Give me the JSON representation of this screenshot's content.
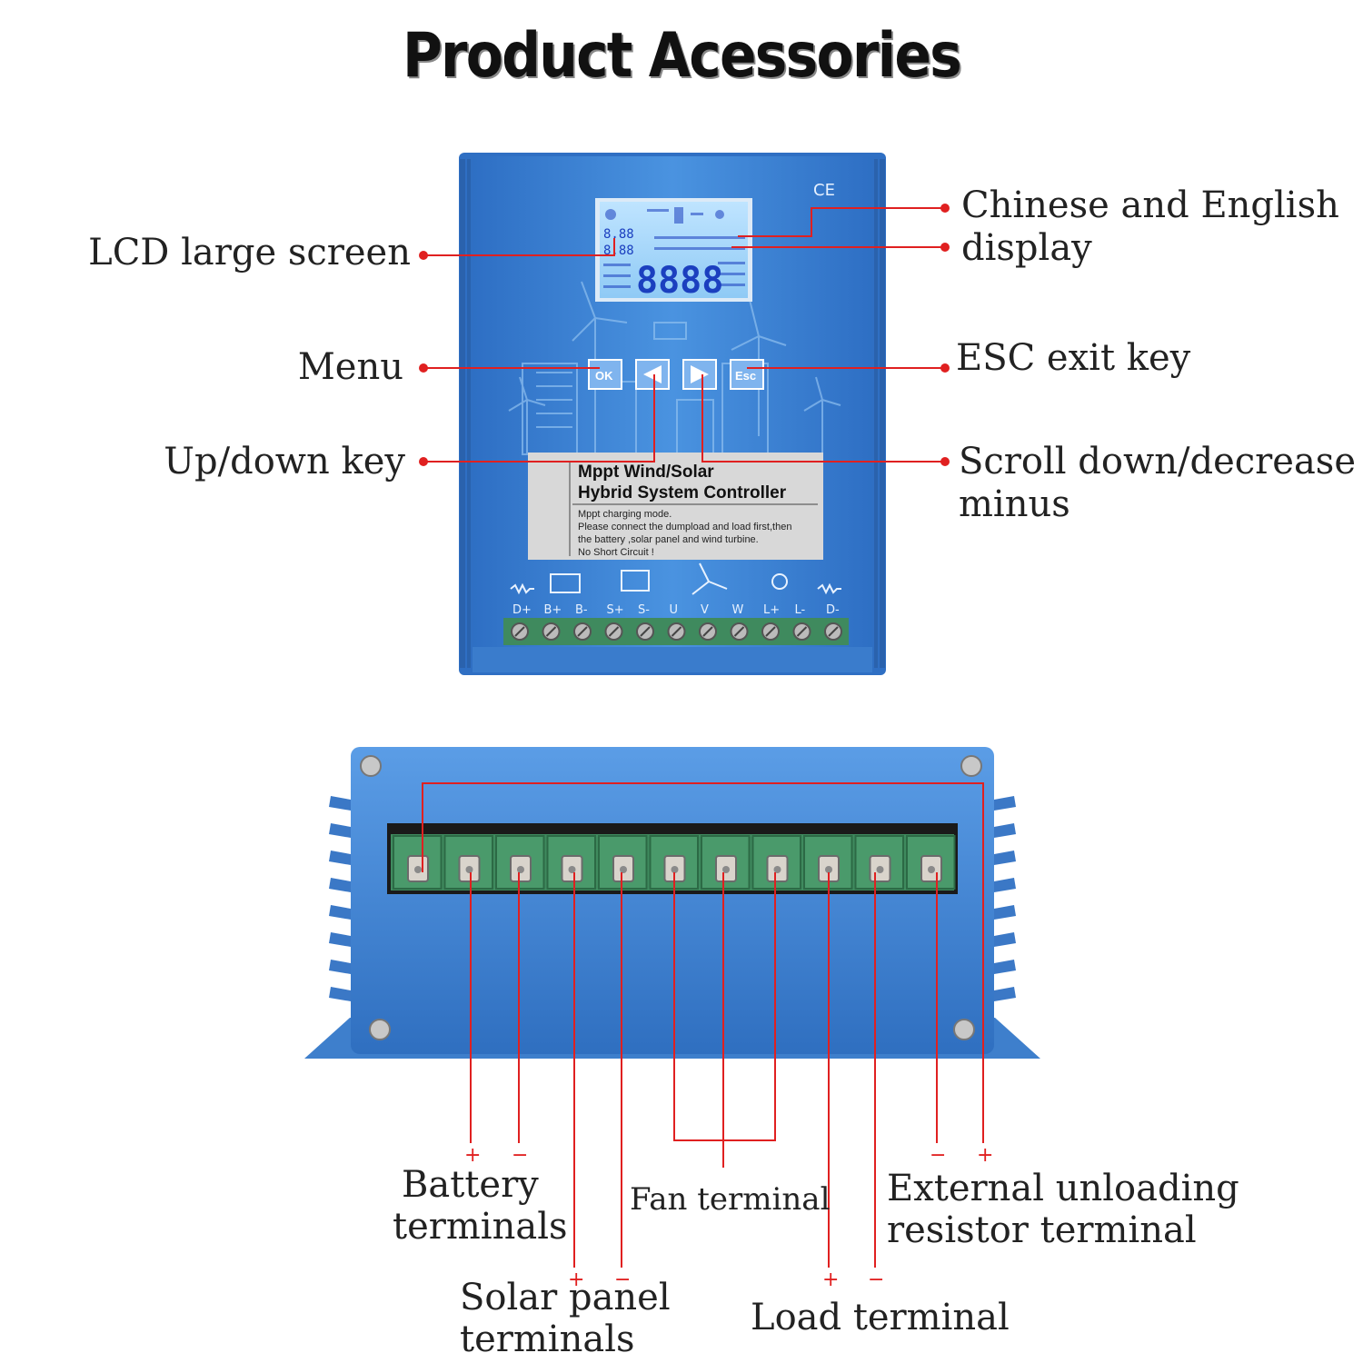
{
  "title": "Product Acessories",
  "front_labels": {
    "lcd": "LCD large screen",
    "menu": "Menu",
    "updown": "Up/down key",
    "cn_en_1": "Chinese and English",
    "cn_en_2": "display",
    "esc": "ESC exit key",
    "scroll_1": "Scroll down/decrease",
    "scroll_2": "minus"
  },
  "device": {
    "ce_mark": "CE",
    "lcd_big_digits": "8888",
    "lcd_small_digits": "8.88",
    "keys": [
      "OK",
      "◀",
      "▶",
      "Esc"
    ],
    "sticker_title_1": "Mppt Wind/Solar",
    "sticker_title_2": "Hybrid System Controller",
    "sticker_line_1": "Mppt charging mode.",
    "sticker_line_2": "Please connect the dumpload and load first,then",
    "sticker_line_3": "the battery ,solar panel and wind turbine.",
    "sticker_line_4": "No Short Circuit !",
    "terminals": [
      "D+",
      "B+",
      "B-",
      "S+",
      "S-",
      "U",
      "V",
      "W",
      "L+",
      "L-",
      "D-"
    ]
  },
  "bottom_labels": {
    "battery_1": "Battery",
    "battery_2": "terminals",
    "solar_1": "Solar panel",
    "solar_2": "terminals",
    "fan": "Fan terminal",
    "load": "Load terminal",
    "ext_1": "External unloading",
    "ext_2": "resistor terminal"
  },
  "signs": {
    "plus": "+",
    "minus": "−"
  },
  "colors": {
    "body_blue": "#3f86d6",
    "callout_red": "#e02020",
    "terminal_green": "#3f8a5e"
  }
}
